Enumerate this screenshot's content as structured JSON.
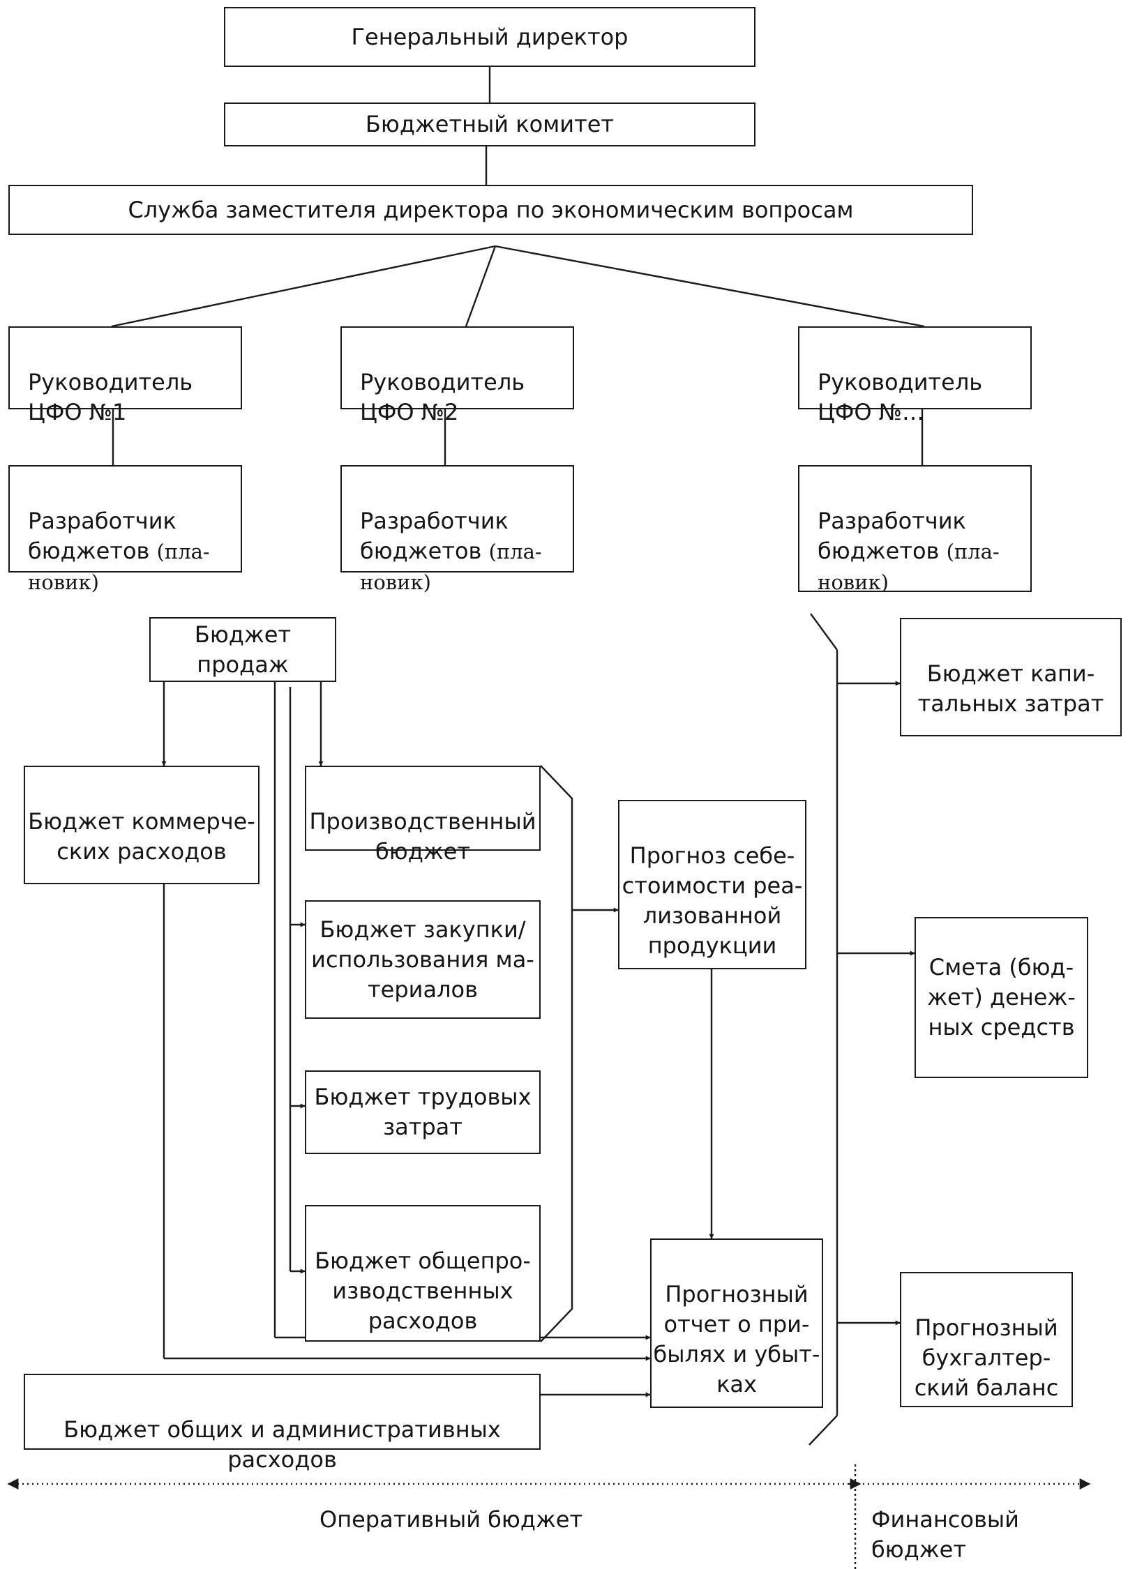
{
  "org": {
    "ceo": "Генеральный директор",
    "committee": "Бюджетный комитет",
    "deputy_service": "Служба заместителя директора по экономическим вопросам",
    "cfo_heads": [
      "Руководитель\nЦФО №1",
      "Руководитель\nЦФО №2",
      "Руководитель\nЦФО №…"
    ],
    "developer_main": "Разработчик\nбюджетов ",
    "developer_paren_1": "(пла-",
    "developer_paren_2": "новик)"
  },
  "budgets": {
    "sales": "Бюджет\nпродаж",
    "commercial": "Бюджет коммерче-\nских расходов",
    "production": "Производственный\nбюджет",
    "purchase": "Бюджет закупки/\nиспользования ма-\nтериалов",
    "labor": "Бюджет трудовых\nзатрат",
    "overhead": "Бюджет общепро-\nизводственных\nрасходов",
    "cogs": "Прогноз себе-\nстоимости реа-\nлизованной\nпродукции",
    "profit_loss": "Прогнозный\nотчет о при-\nбылях и убыт-\nках",
    "admin": "Бюджет общих и административных\nрасходов",
    "capital": "Бюджет капи-\nтальных затрат",
    "cash": "Смета (бюд-\nжет) денеж-\nных средств",
    "balance": "Прогнозный\nбухгалтер-\nский баланс"
  },
  "legend": {
    "operational": "Оперативный бюджет",
    "financial": "Финансовый\nбюджет"
  }
}
